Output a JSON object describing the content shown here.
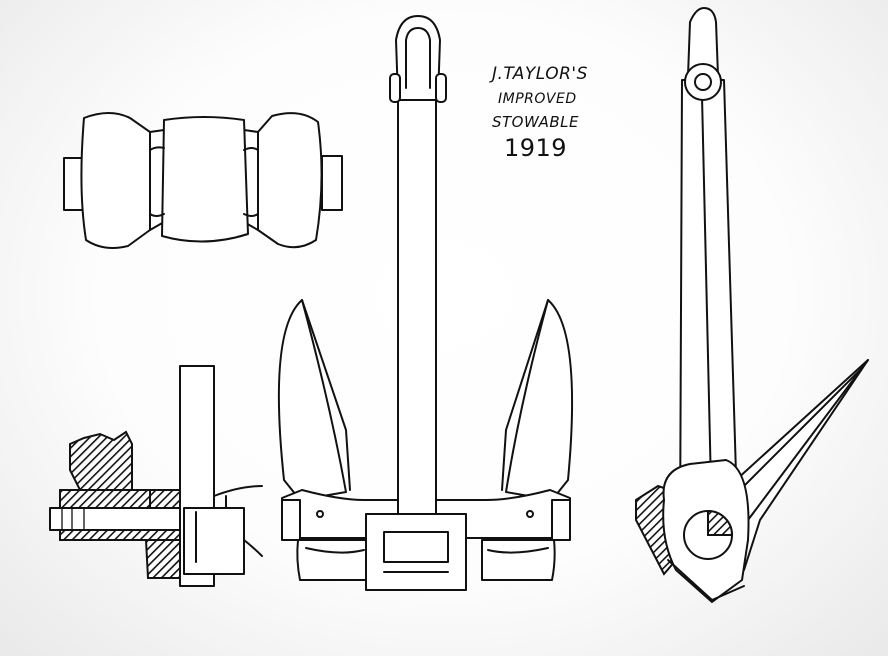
{
  "caption": {
    "line1": "J.TAYLOR'S",
    "line2": "IMPROVED",
    "line3": "STOWABLE",
    "year": "1919"
  },
  "colors": {
    "paper": "#ffffff",
    "ink": "#111111"
  }
}
